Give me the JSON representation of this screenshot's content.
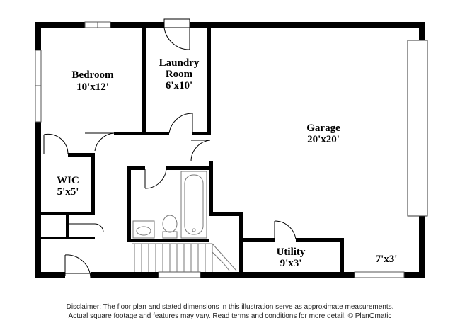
{
  "rooms": {
    "bedroom": {
      "name": "Bedroom",
      "size": "10'x12'"
    },
    "laundry": {
      "name_line1": "Laundry",
      "name_line2": "Room",
      "size": "6'x10'"
    },
    "garage": {
      "name": "Garage",
      "size": "20'x20'"
    },
    "wic": {
      "name": "WIC",
      "size": "5'x5'"
    },
    "utility": {
      "name": "Utility",
      "size": "9'x3'"
    },
    "storage": {
      "size": "7'x3'"
    }
  },
  "disclaimer": {
    "line1": "Disclaimer: The floor plan and stated dimensions in this illustration serve as approximate measurements.",
    "line2": "Actual square footage and features may vary. Read terms and conditions for more detail. © PlanOmatic"
  },
  "colors": {
    "wall": "#000000",
    "fixture": "#999999",
    "background": "#ffffff"
  }
}
